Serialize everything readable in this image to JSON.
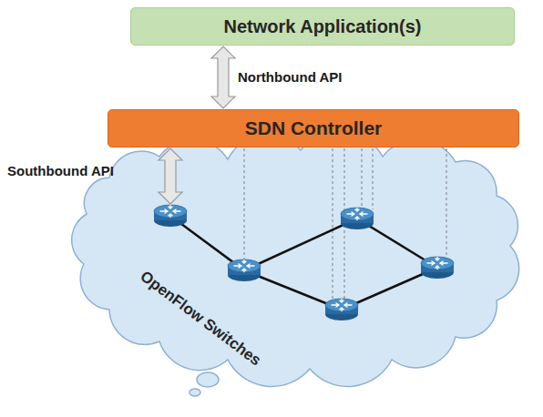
{
  "diagram": {
    "nodes": [
      {
        "text": [
          "Network Application(s)"
        ]
      },
      {
        "text": [
          "SDN Controller"
        ]
      },
      {
        "text": [
          "OpenFlow Switches"
        ]
      }
    ],
    "edges": [
      {
        "from": 0,
        "to": 1,
        "arrow": "both",
        "label": "Northbound API"
      },
      {
        "from": 1,
        "to": 2,
        "arrow": "both",
        "label": "Southbound API"
      }
    ]
  }
}
